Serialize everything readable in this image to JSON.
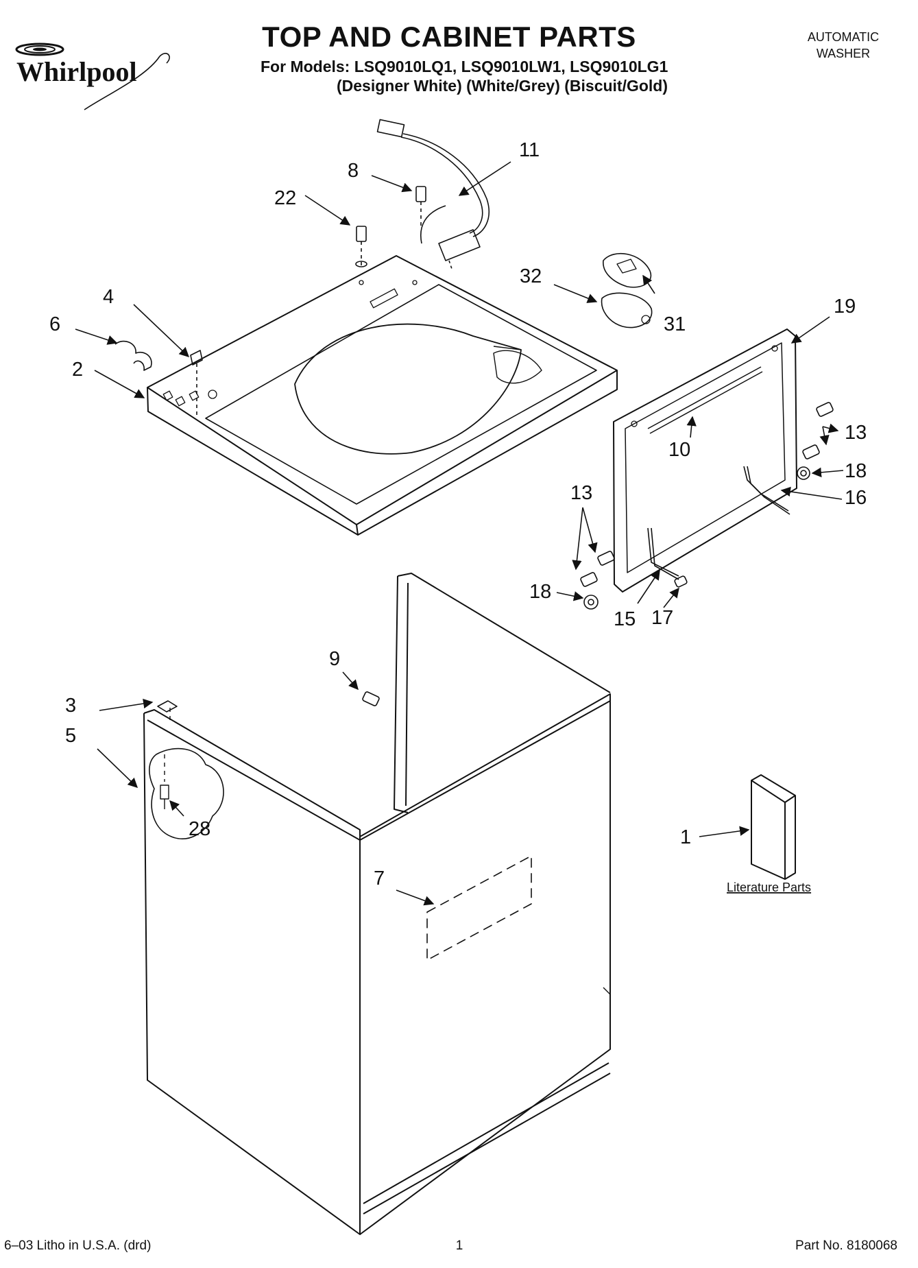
{
  "header": {
    "brand": "Whirlpool",
    "title": "TOP AND CABINET PARTS",
    "models": "For Models: LSQ9010LQ1, LSQ9010LW1, LSQ9010LG1",
    "colors": "(Designer White) (White/Grey) (Biscuit/Gold)",
    "product_type_line1": "AUTOMATIC",
    "product_type_line2": "WASHER"
  },
  "callouts": {
    "c1": "1",
    "c2": "2",
    "c3": "3",
    "c4": "4",
    "c5": "5",
    "c6": "6",
    "c7": "7",
    "c8": "8",
    "c9": "9",
    "c10": "10",
    "c11": "11",
    "c13a": "13",
    "c13b": "13",
    "c15": "15",
    "c16": "16",
    "c17": "17",
    "c18a": "18",
    "c18b": "18",
    "c19": "19",
    "c22": "22",
    "c28": "28",
    "c31": "31",
    "c32": "32"
  },
  "literature_label": "Literature Parts",
  "footer": {
    "print_info": "6–03 Litho in U.S.A. (drd)",
    "page_number": "1",
    "part_number": "Part No. 8180068"
  }
}
